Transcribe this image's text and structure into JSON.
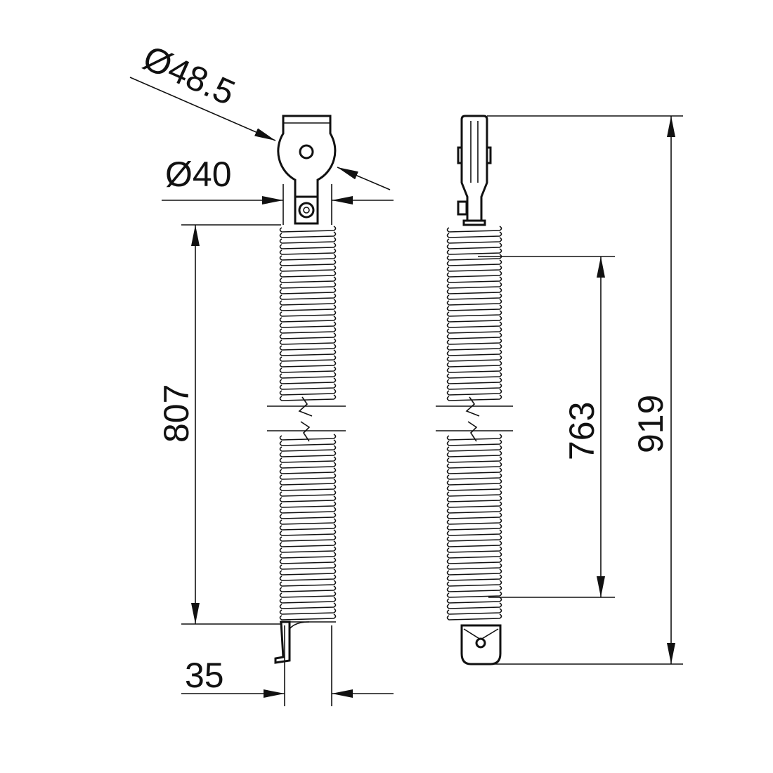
{
  "drawing": {
    "dimensions": {
      "outer_diameter": "Ø48.5",
      "inner_diameter": "Ø40",
      "left_length": "807",
      "bottom_width": "35",
      "inner_length": "763",
      "overall_length": "919"
    },
    "colors": {
      "line": "#111111",
      "background": "#ffffff"
    }
  }
}
